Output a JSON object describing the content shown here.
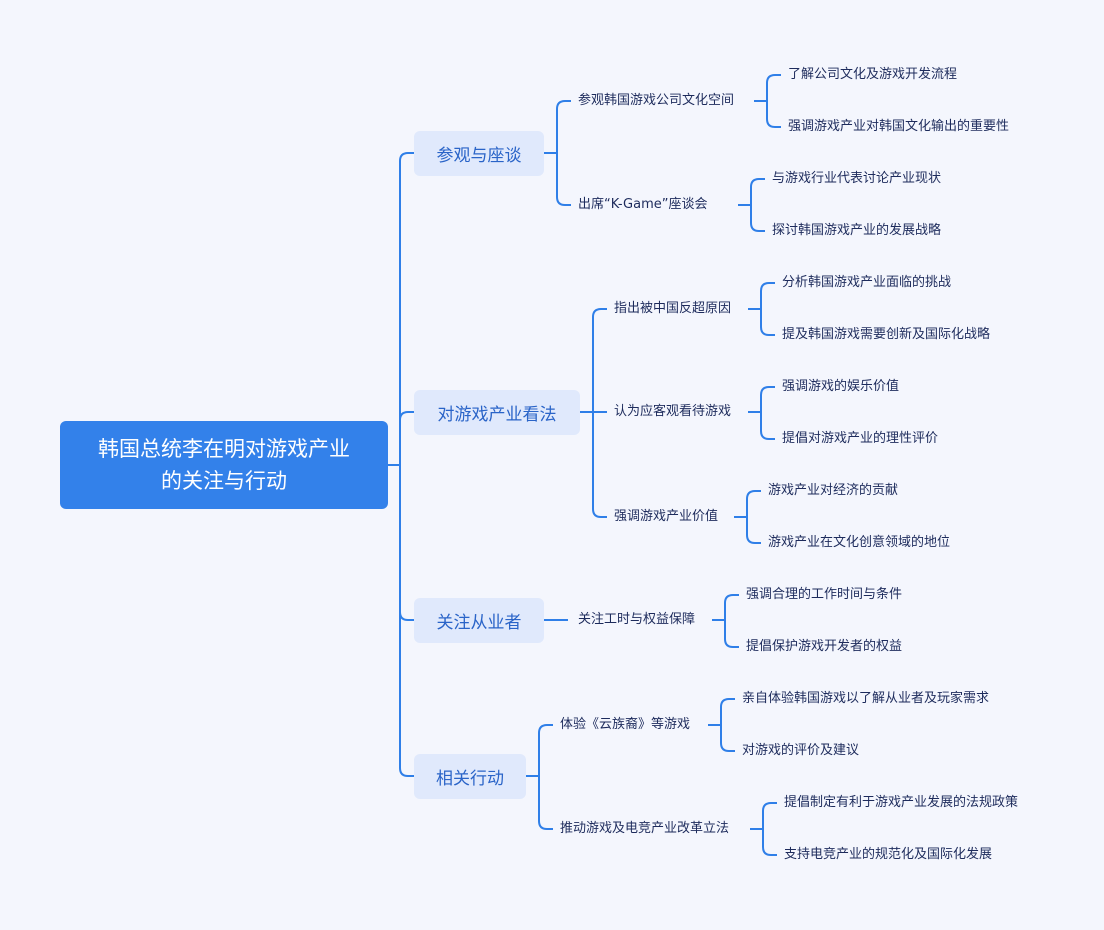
{
  "root": "韩国总统李在明对游戏产业的关注与行动",
  "branches": [
    {
      "label": "参观与座谈",
      "children": [
        {
          "label": "参观韩国游戏公司文化空间",
          "children": [
            "了解公司文化及游戏开发流程",
            "强调游戏产业对韩国文化输出的重要性"
          ]
        },
        {
          "label": "出席“K-Game”座谈会",
          "children": [
            "与游戏行业代表讨论产业现状",
            "探讨韩国游戏产业的发展战略"
          ]
        }
      ]
    },
    {
      "label": "对游戏产业看法",
      "children": [
        {
          "label": "指出被中国反超原因",
          "children": [
            "分析韩国游戏产业面临的挑战",
            "提及韩国游戏需要创新及国际化战略"
          ]
        },
        {
          "label": "认为应客观看待游戏",
          "children": [
            "强调游戏的娱乐价值",
            "提倡对游戏产业的理性评价"
          ]
        },
        {
          "label": "强调游戏产业价值",
          "children": [
            "游戏产业对经济的贡献",
            "游戏产业在文化创意领域的地位"
          ]
        }
      ]
    },
    {
      "label": "关注从业者",
      "children": [
        {
          "label": "关注工时与权益保障",
          "children": [
            "强调合理的工作时间与条件",
            "提倡保护游戏开发者的权益"
          ]
        }
      ]
    },
    {
      "label": "相关行动",
      "children": [
        {
          "label": "体验《云族裔》等游戏",
          "children": [
            "亲自体验韩国游戏以了解从业者及玩家需求",
            "对游戏的评价及建议"
          ]
        },
        {
          "label": "推动游戏及电竞产业改革立法",
          "children": [
            "提倡制定有利于游戏产业发展的法规政策",
            "支持电竞产业的规范化及国际化发展"
          ]
        }
      ]
    }
  ],
  "colors": {
    "line": "#2f7fe8",
    "root": "#3381ea",
    "branch_bg": "#e0e9fc"
  }
}
